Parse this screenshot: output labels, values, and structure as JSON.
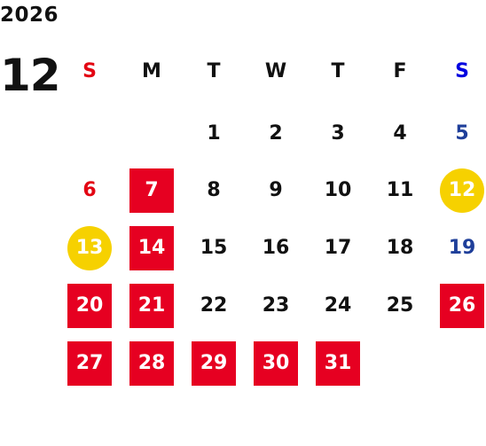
{
  "year": "2026",
  "month": "12",
  "weekdays": [
    "S",
    "M",
    "T",
    "W",
    "T",
    "F",
    "S"
  ],
  "colors": {
    "sunday": "#e30613",
    "saturday_header": "#0000e0",
    "saturday": "#1f3f9a",
    "holiday_box": "#e60021",
    "circle_mark": "#f6d100"
  },
  "weeks": [
    [
      null,
      null,
      {
        "d": "1"
      },
      {
        "d": "2"
      },
      {
        "d": "3"
      },
      {
        "d": "4"
      },
      {
        "d": "5",
        "t": "sat"
      }
    ],
    [
      {
        "d": "6",
        "t": "sun"
      },
      {
        "d": "7",
        "t": "box"
      },
      {
        "d": "8"
      },
      {
        "d": "9"
      },
      {
        "d": "10"
      },
      {
        "d": "11"
      },
      {
        "d": "12",
        "t": "circle"
      }
    ],
    [
      {
        "d": "13",
        "t": "circle"
      },
      {
        "d": "14",
        "t": "box"
      },
      {
        "d": "15"
      },
      {
        "d": "16"
      },
      {
        "d": "17"
      },
      {
        "d": "18"
      },
      {
        "d": "19",
        "t": "sat"
      }
    ],
    [
      {
        "d": "20",
        "t": "box"
      },
      {
        "d": "21",
        "t": "box"
      },
      {
        "d": "22"
      },
      {
        "d": "23"
      },
      {
        "d": "24"
      },
      {
        "d": "25"
      },
      {
        "d": "26",
        "t": "box"
      }
    ],
    [
      {
        "d": "27",
        "t": "box"
      },
      {
        "d": "28",
        "t": "box"
      },
      {
        "d": "29",
        "t": "box"
      },
      {
        "d": "30",
        "t": "box"
      },
      {
        "d": "31",
        "t": "box"
      },
      null,
      null
    ]
  ]
}
